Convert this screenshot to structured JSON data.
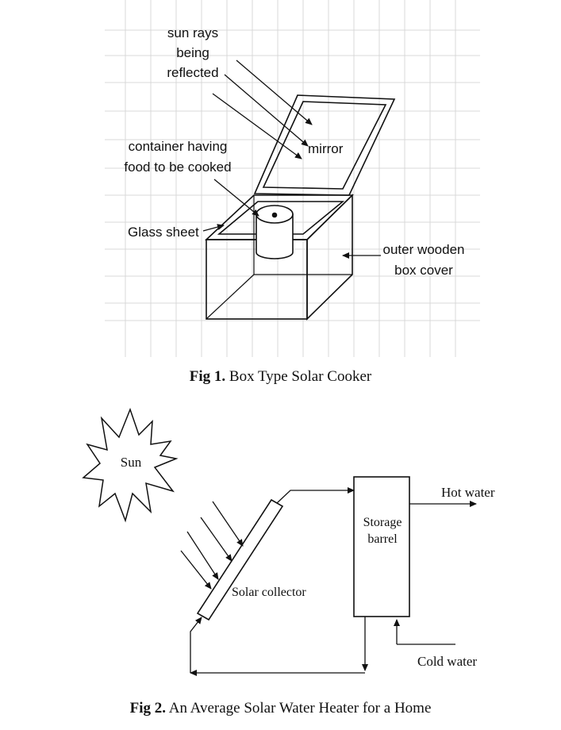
{
  "figure1": {
    "caption_prefix": "Fig 1.",
    "caption_text": " Box Type Solar Cooker",
    "labels": {
      "sun_rays_1": "sun rays",
      "sun_rays_2": "being",
      "sun_rays_3": "reflected",
      "mirror": "mirror",
      "container_1": "container having",
      "container_2": "food to be cooked",
      "glass_sheet": "Glass sheet",
      "outer_box_1": "outer wooden",
      "outer_box_2": "box cover"
    }
  },
  "figure2": {
    "caption_prefix": "Fig 2.",
    "caption_text": " An Average Solar Water Heater for a Home",
    "labels": {
      "sun": "Sun",
      "storage_1": "Storage",
      "storage_2": "barrel",
      "hot_water": "Hot water",
      "solar_collector": "Solar collector",
      "cold_water": "Cold water"
    }
  },
  "colors": {
    "line": "#111111",
    "grid": "#d9d9d9"
  }
}
